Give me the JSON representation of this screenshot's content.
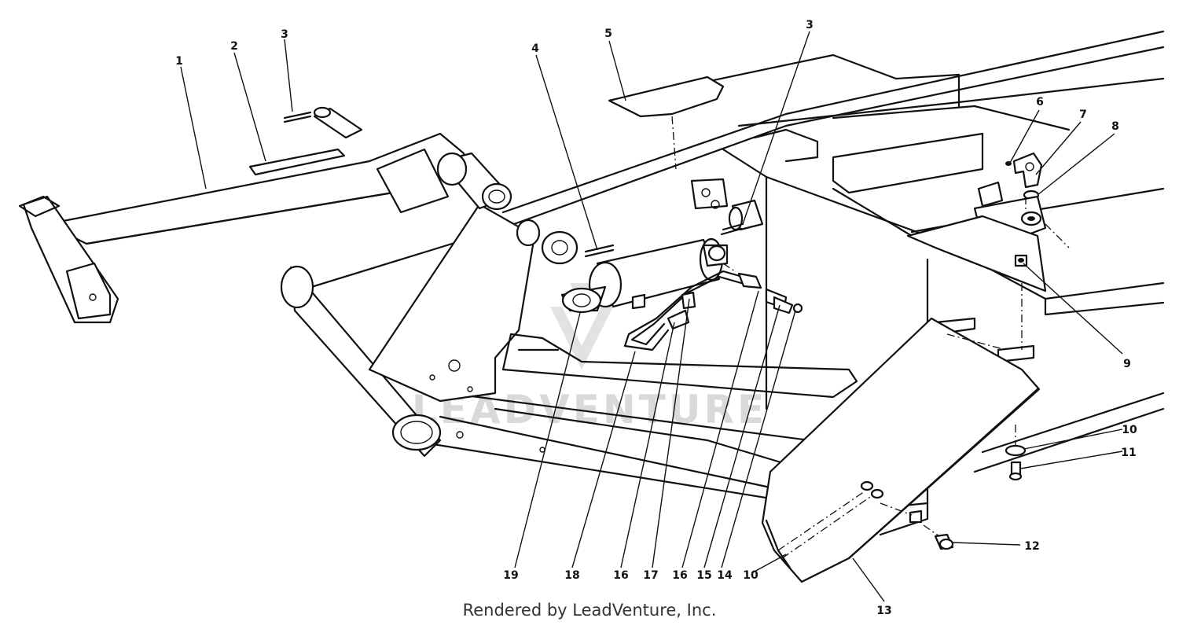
{
  "watermark": "LEADVENTURE",
  "credit": "Rendered by LeadVenture, Inc.",
  "callouts": {
    "c1": "1",
    "c2": "2",
    "c3a": "3",
    "c3b": "3",
    "c4": "4",
    "c5": "5",
    "c6": "6",
    "c7": "7",
    "c8": "8",
    "c9": "9",
    "c10a": "10",
    "c10b": "10",
    "c11": "11",
    "c12": "12",
    "c13": "13",
    "c14": "14",
    "c15": "15",
    "c16a": "16",
    "c16b": "16",
    "c17": "17",
    "c18": "18",
    "c19": "19"
  }
}
